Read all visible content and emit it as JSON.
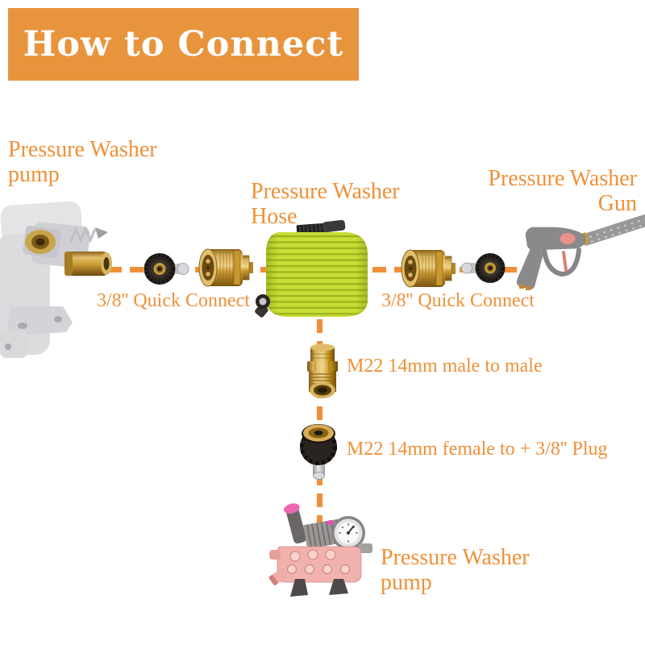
{
  "title_banner": {
    "label": "How to Connect"
  },
  "labels": {
    "pump_top_left": {
      "line1": "Pressure Washer",
      "line2": "pump"
    },
    "hose": {
      "line1": "Pressure Washer",
      "line2": "Hose"
    },
    "gun": {
      "line1": "Pressure Washer",
      "line2": "Gun"
    },
    "pump_bottom": {
      "line1": "Pressure Washer",
      "line2": "pump"
    },
    "quick_connect_left": "3/8'' Quick Connect",
    "quick_connect_right": "3/8'' Quick Connect",
    "m22_male_to_male": "M22 14mm male to male",
    "m22_female_plug": "M22 14mm female to + 3/8'' Plug"
  },
  "images": {
    "pump_left": "silver pressure washer pump with brass outlet",
    "fitting_black_left": "black M22 swivel fitting with plug tip",
    "coupler_left": "brass 3/8 quick connect coupler",
    "hose": "green coiled pressure washer hose",
    "coupler_right": "brass 3/8 quick connect coupler",
    "fitting_black_right": "black M22 swivel fitting with plug tip",
    "gun": "gray pressure washer gun with wand",
    "m22_male_male": "brass M22 14mm male to male adapter",
    "m22_female_plug": "black M22 14mm female adapter with 3/8 plug",
    "pump_bottom": "pink triplex pressure washer pump with gauge"
  },
  "colors": {
    "banner_bg": "#E8943D",
    "accent": "#EF9038",
    "dash": "#EF9038",
    "title": "#FFFFFF",
    "hose_green": "#C9DD35",
    "hose_green_dark": "#9FB31F",
    "brass": "#C89B3C",
    "black_fitting": "#2A2421",
    "silver": "#D9D9DD",
    "gun_gray": "#8A8A8C",
    "gun_red_accent": "#E8928A",
    "pump_silver": "#DCDCDF",
    "pump_pink": "#F1B2AE",
    "handle_pink": "#EC67B4"
  }
}
